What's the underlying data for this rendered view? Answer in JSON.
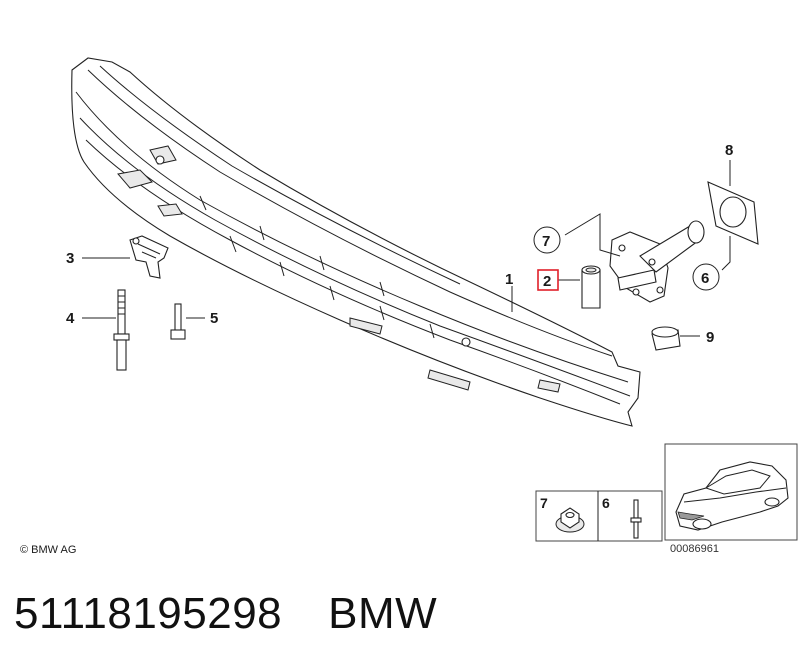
{
  "callouts": {
    "c1": "1",
    "c2": "2",
    "c3": "3",
    "c4": "4",
    "c5": "5",
    "c6": "6",
    "c7": "7",
    "c8": "8",
    "c9": "9"
  },
  "thumbnails": {
    "t7": "7",
    "t6": "6"
  },
  "copyright": "© BMW AG",
  "image_code": "00086961",
  "footer": {
    "part_number": "51118195298",
    "brand": "BMW"
  },
  "colors": {
    "highlight": "#e0202a",
    "line": "#222222"
  }
}
